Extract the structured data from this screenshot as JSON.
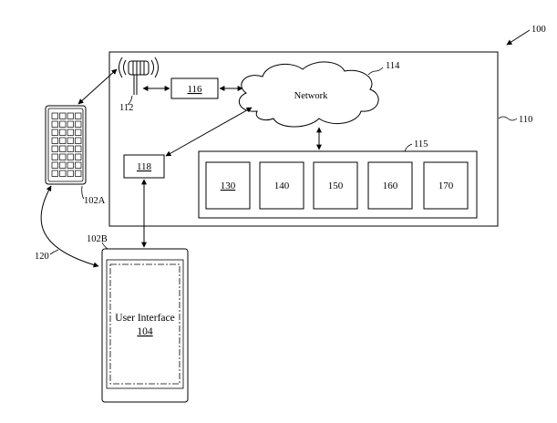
{
  "figure_ref": "100",
  "system": {
    "ref": "110"
  },
  "network": {
    "label": "Network",
    "ref": "114"
  },
  "antenna": {
    "ref": "112"
  },
  "box_116": {
    "label": "116"
  },
  "box_118": {
    "label": "118"
  },
  "module_group": {
    "ref": "115",
    "modules": [
      {
        "label": "130",
        "underlined": true
      },
      {
        "label": "140",
        "underlined": false
      },
      {
        "label": "150",
        "underlined": false
      },
      {
        "label": "160",
        "underlined": false
      },
      {
        "label": "170",
        "underlined": false
      }
    ]
  },
  "device_a": {
    "ref": "102A"
  },
  "device_b": {
    "ref": "102B"
  },
  "link": {
    "ref": "120"
  },
  "user_interface": {
    "label": "User Interface",
    "ref": "104"
  }
}
